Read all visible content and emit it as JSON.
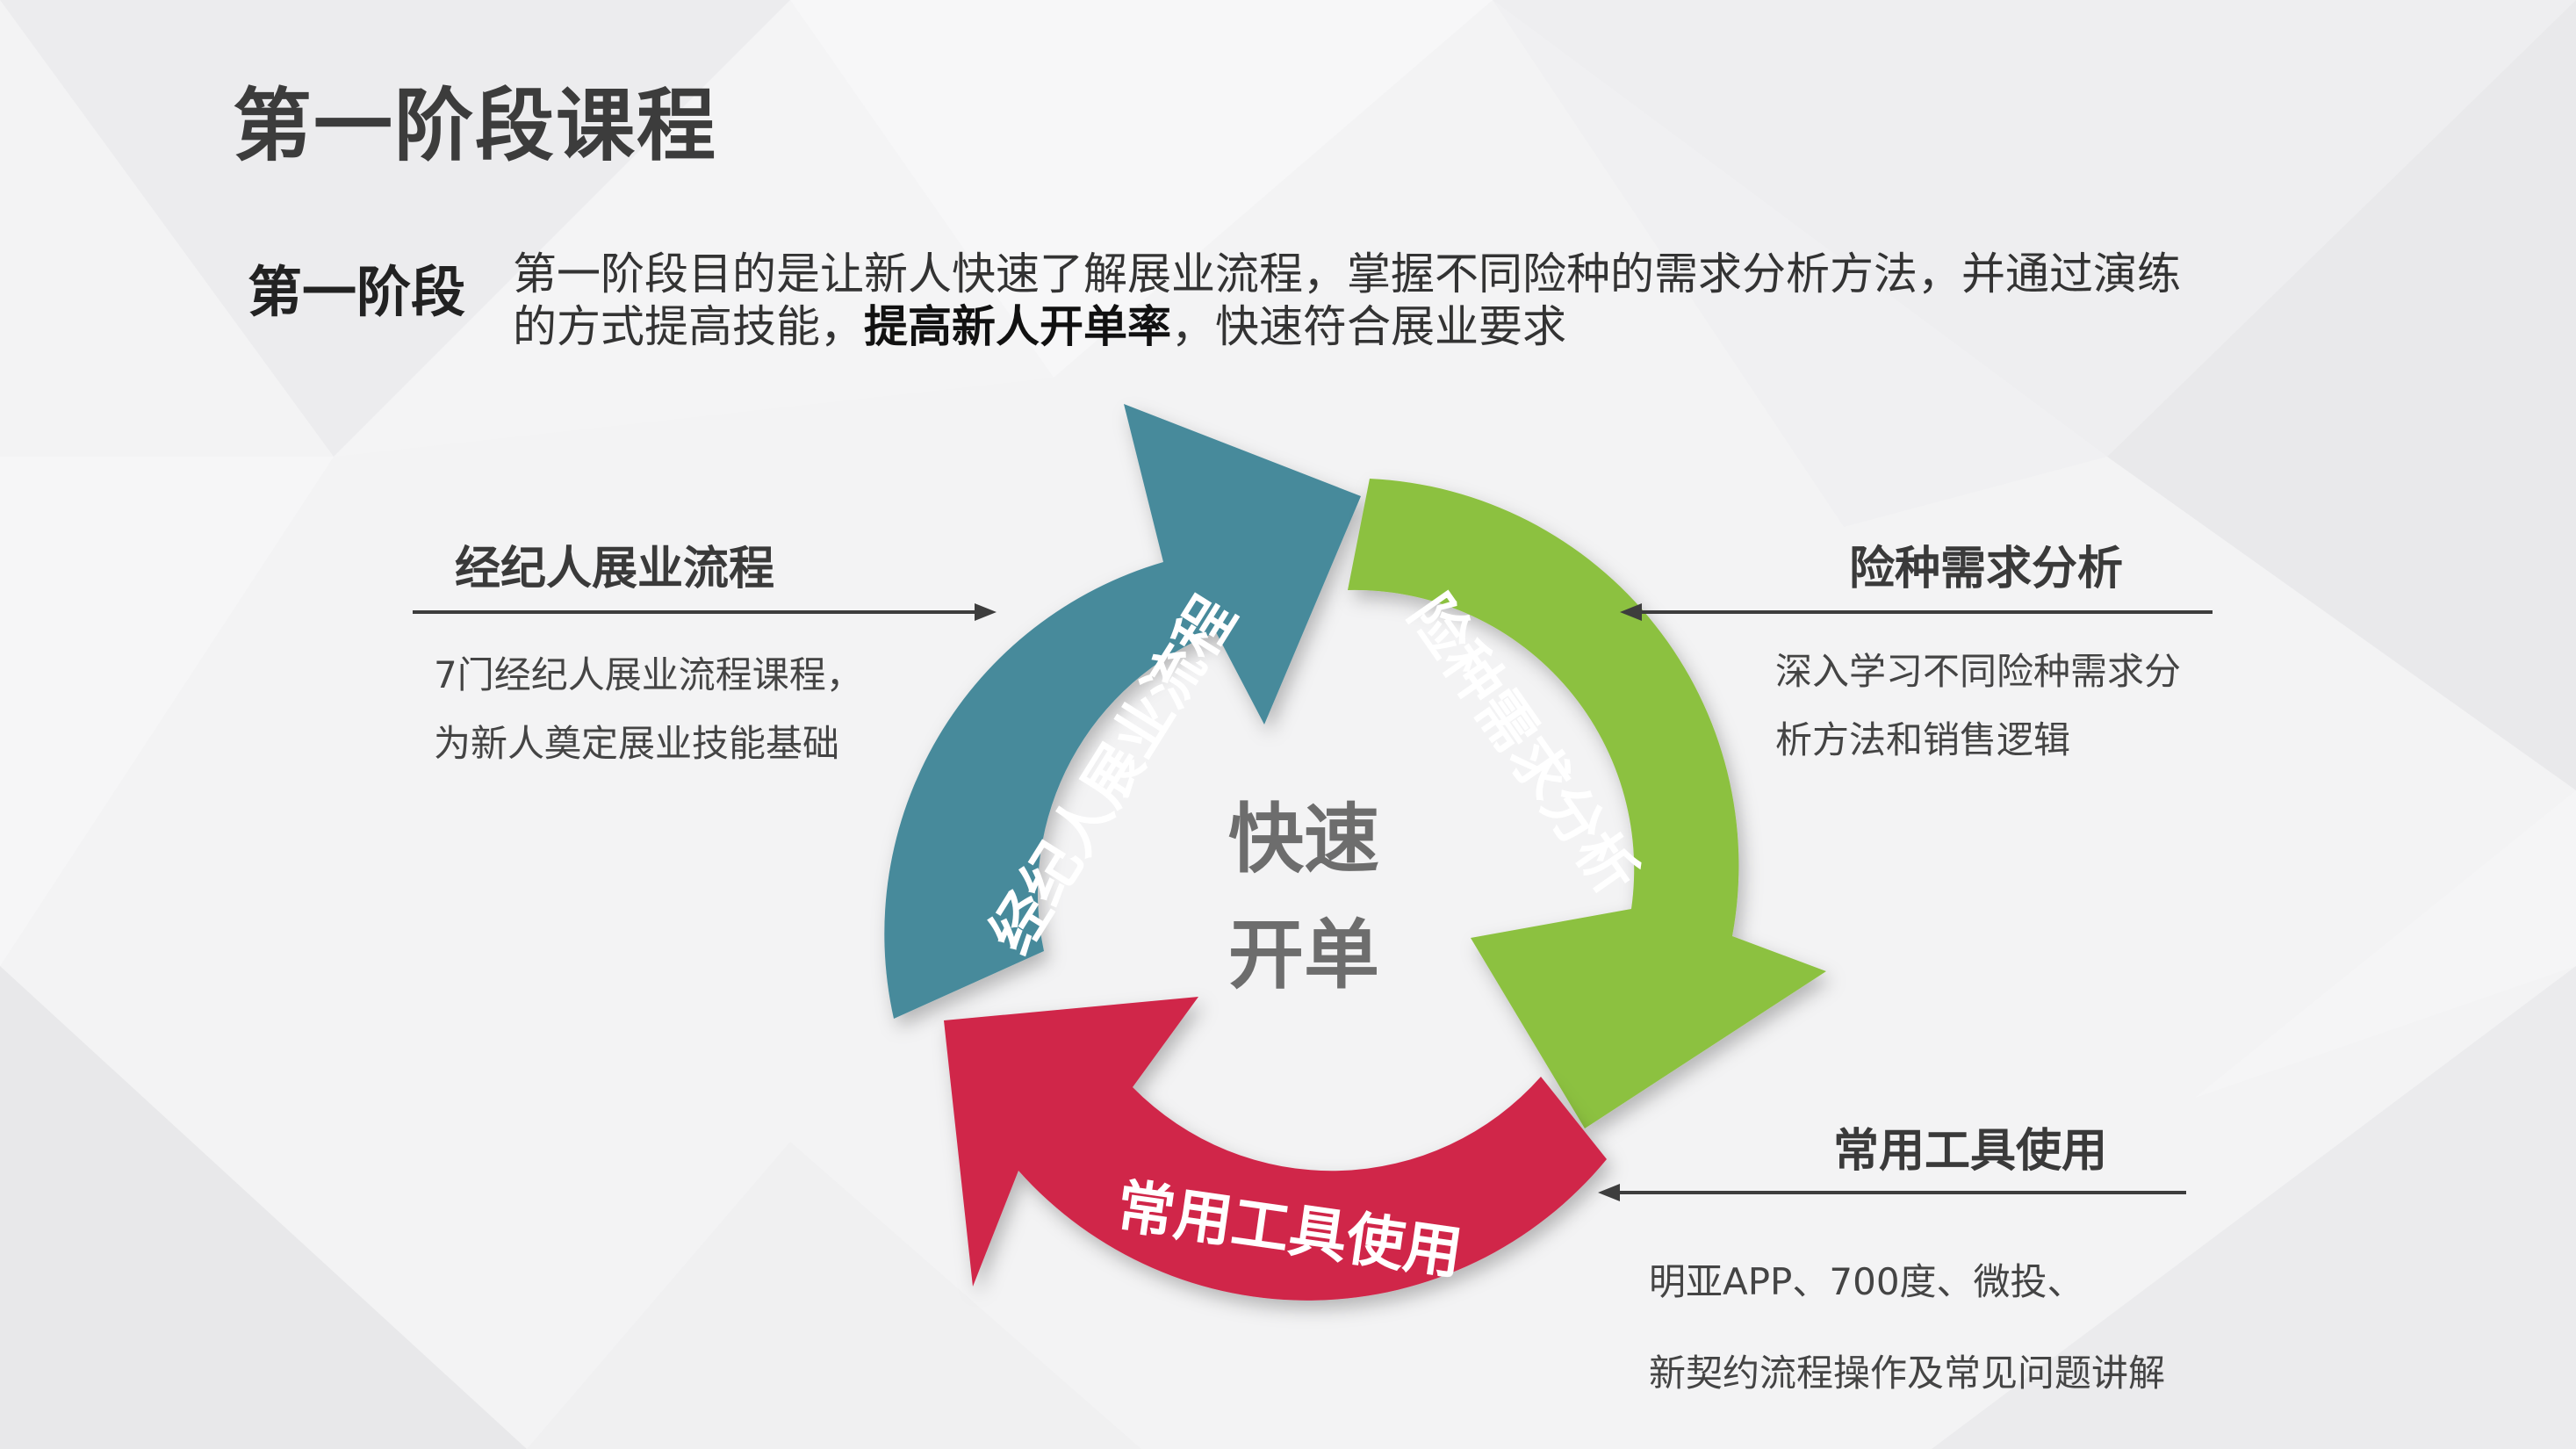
{
  "title": "第一阶段课程",
  "intro": {
    "label": "第一阶段",
    "text_line1": "第一阶段目的是让新人快速了解展业流程，掌握不同险种的需求分析方法，并通过演练",
    "text_line2_before": "的方式提高技能，",
    "text_line2_bold": "提高新人开单率",
    "text_line2_after": "，快速符合展业要求"
  },
  "center": {
    "line1": "快速",
    "line2": "开单"
  },
  "cycle": {
    "arrow_teal": {
      "label": "经纪人展业流程",
      "color": "#478a9b"
    },
    "arrow_green": {
      "label": "险种需求分析",
      "color": "#8cc13f"
    },
    "arrow_red": {
      "label": "常用工具使用",
      "color": "#d0264a"
    }
  },
  "side_items": {
    "left": {
      "title": "经纪人展业流程",
      "desc_line1": "7门经纪人展业流程课程，",
      "desc_line2": "为新人奠定展业技能基础"
    },
    "right_top": {
      "title": "险种需求分析",
      "desc_line1": "深入学习不同险种需求分",
      "desc_line2": "析方法和销售逻辑"
    },
    "right_bottom": {
      "title": "常用工具使用",
      "desc_line1": "明亚APP、700度、微投、",
      "desc_line2": "新契约流程操作及常见问题讲解"
    }
  }
}
